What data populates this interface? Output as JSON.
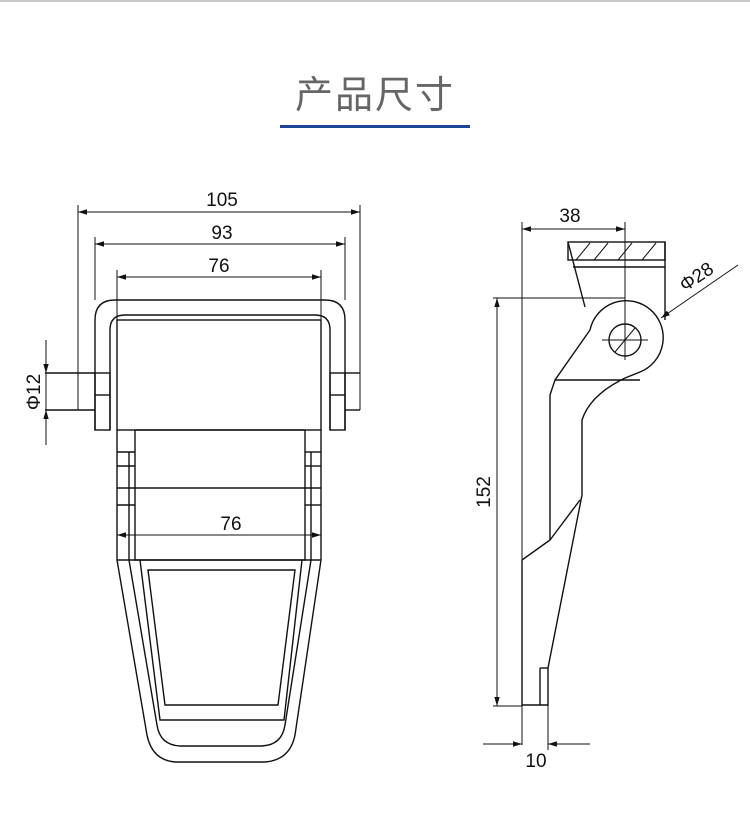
{
  "title": "产品尺寸",
  "colors": {
    "accent": "#1c4697",
    "title": "#666666",
    "line": "#111111"
  },
  "front_view": {
    "dim_overall_width": "105",
    "dim_handle_width": "93",
    "dim_inner_width": "76",
    "dim_plate_width": "76",
    "dim_pin_diameter": "Φ12"
  },
  "side_view": {
    "dim_offset": "38",
    "dim_pivot_diameter": "Φ28",
    "dim_height": "152",
    "dim_thickness": "10"
  }
}
